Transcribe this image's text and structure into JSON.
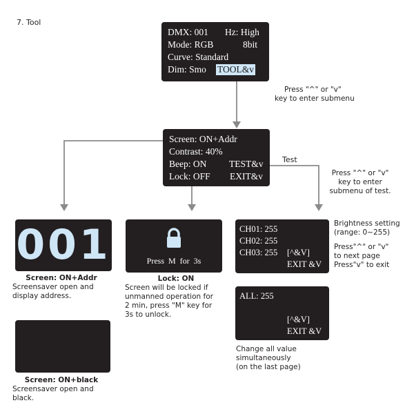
{
  "section_title": "7. Tool",
  "main_screen": {
    "rows": [
      "DMX: 001",
      "Hz: High",
      "Mode: RGB",
      "8bit",
      "Curve: Standard",
      "Dim: Smo",
      "TOOL&v"
    ]
  },
  "main_note": [
    "Press \"^\" or \"v\"",
    "key to enter submenu"
  ],
  "tool_screen": {
    "rows": [
      "Screen: ON+Addr",
      "Contrast: 40%",
      "Beep: ON",
      "TEST&v",
      "Lock: OFF",
      "EXIT&v"
    ]
  },
  "test_label": "Test",
  "test_note": [
    "Press \"^\" or \"v\"",
    "key to enter",
    "submenu of test."
  ],
  "addr_screen": {
    "digits": "001"
  },
  "addr_caption": {
    "title": "Screen: ON+Addr",
    "text": [
      "Screensaver open and",
      "display address."
    ]
  },
  "black_caption": {
    "title": "Screen: ON+black",
    "text": [
      "Screensaver open and",
      "black."
    ]
  },
  "lock_screen": {
    "text": "Press  M  for  3s"
  },
  "lock_caption": {
    "title_a": "Lock",
    "title_b": ": ON",
    "text": [
      "Screen will be locked if",
      "unmanned operation for",
      "2 min, press \"M\" key for",
      "3s to unlock."
    ]
  },
  "channel_screen": {
    "rows": [
      "CH01: 255",
      "CH02: 255",
      "CH03: 255",
      "[^&V]",
      "EXIT &V"
    ]
  },
  "brightness_note": [
    "Brightness setting",
    "(range: 0~255)",
    "Press\"^\" or \"v\"",
    "to next page",
    "Press\"v\" to exit"
  ],
  "all_screen": {
    "rows": [
      "ALL: 255",
      "[^&V]",
      "EXIT &V"
    ]
  },
  "all_note": [
    "Change all value",
    "simultaneously",
    "(on the last page)"
  ],
  "colors": {
    "screen_bg": "#231f20",
    "highlight": "#cfe6f6",
    "digits": "#cfe6f6",
    "arrow": "#8a8a8a"
  }
}
